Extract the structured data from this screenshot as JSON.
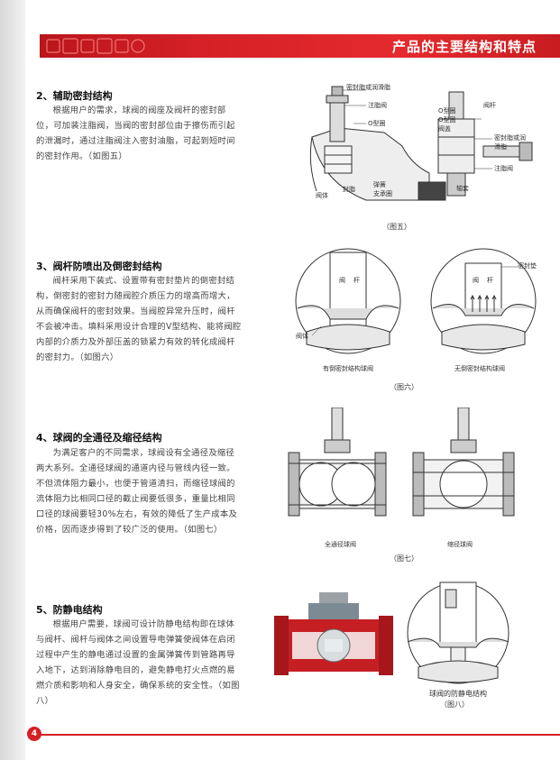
{
  "header": {
    "title": "产品的主要结构和特点"
  },
  "sections": [
    {
      "title": "2、辅助密封结构",
      "body": "根据用户的需求，球阀的阀座及阀杆的密封部位，可加装注脂阀，当阀的密封部位由于擦伤而引起的泄漏时，通过注脂阀注入密封油脂，可起到短时间的密封作用。（如图五）"
    },
    {
      "title": "3、阀杆防喷出及倒密封结构",
      "body": "阀杆采用下装式、设置带有密封垫片的倒密封结构，倒密封的密封力随阀腔介质压力的增高而增大，从而确保阀杆的密封效果。当阀腔异常升压时，阀杆不会被冲击。填料采用设计合理的V型结构、能将阀腔内部的介质力及外部压盖的锁紧力有效的转化成阀杆的密封力。（如图六）"
    },
    {
      "title": "4、球阀的全通径及缩径结构",
      "body": "为满足客户的不同需求，球阀设有全通径及缩径两大系列。全通径球阀的通道内径与管线内径一致。不但流体阻力最小，也便于管道清扫，而缩径球阀的流体阻力比相同口径的截止阀要低很多，重量比相同口径的球阀要轻30%左右，有效的降低了生产成本及价格，因而逐步得到了较广泛的使用。（如图七）"
    },
    {
      "title": "5、防静电结构",
      "body": "根据用户需要，球阀可设计防静电结构即在球体与阀杆、阀杆与阀体之间设置导电弹簧使阀体在启闭过程中产生的静电通过设置的金属弹簧传到管路再导入地下，达到消除静电目的，避免静电打火点燃的易燃介质和影响和人身安全，确保系统的安全性。（如图八）"
    }
  ],
  "fig5": {
    "label": "（图五）",
    "callouts": [
      "密封脂或润滑脂",
      "注脂阀",
      "O型圈",
      "阀体",
      "封脂",
      "弹簧",
      "支承圈",
      "O型圈",
      "阀盖",
      "密封脂或润滑脂",
      "注脂阀",
      "阀杆",
      "O型圈",
      "轴套"
    ]
  },
  "fig6": {
    "label": "（图六）",
    "left_caption": "有倒密封结构球阀",
    "right_caption": "无倒密封结构球阀",
    "callouts": [
      "阀",
      "杆",
      "阀体",
      "阀",
      "杆",
      "密封垫"
    ]
  },
  "fig7": {
    "label": "（图七）",
    "left_caption": "全通径球阀",
    "right_caption": "缩径球阀"
  },
  "fig8": {
    "label": "（图八）",
    "caption": "球阀的防静电结构"
  },
  "footer": {
    "page_number": "4"
  },
  "colors": {
    "accent": "#d42026",
    "line": "#333333"
  }
}
